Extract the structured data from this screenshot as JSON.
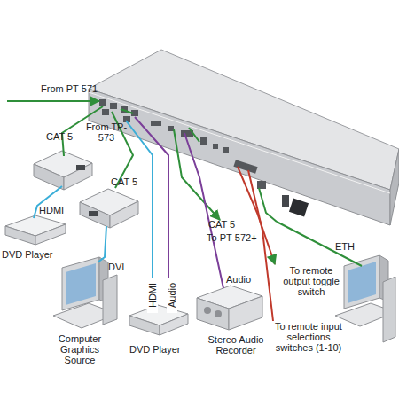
{
  "diagram": {
    "labels": [
      "From PT-571",
      "From TP-573",
      "CAT 5",
      "CAT 5",
      "HDMI",
      "DVD Player",
      "DVI",
      "Computer Graphics Source",
      "HDMI",
      "Audio",
      "DVD Player",
      "CAT 5",
      "To PT-572+",
      "Audio",
      "Stereo Audio Recorder",
      "To remote output toggle switch",
      "To remote input selections switches (1-10)",
      "ETH"
    ]
  }
}
